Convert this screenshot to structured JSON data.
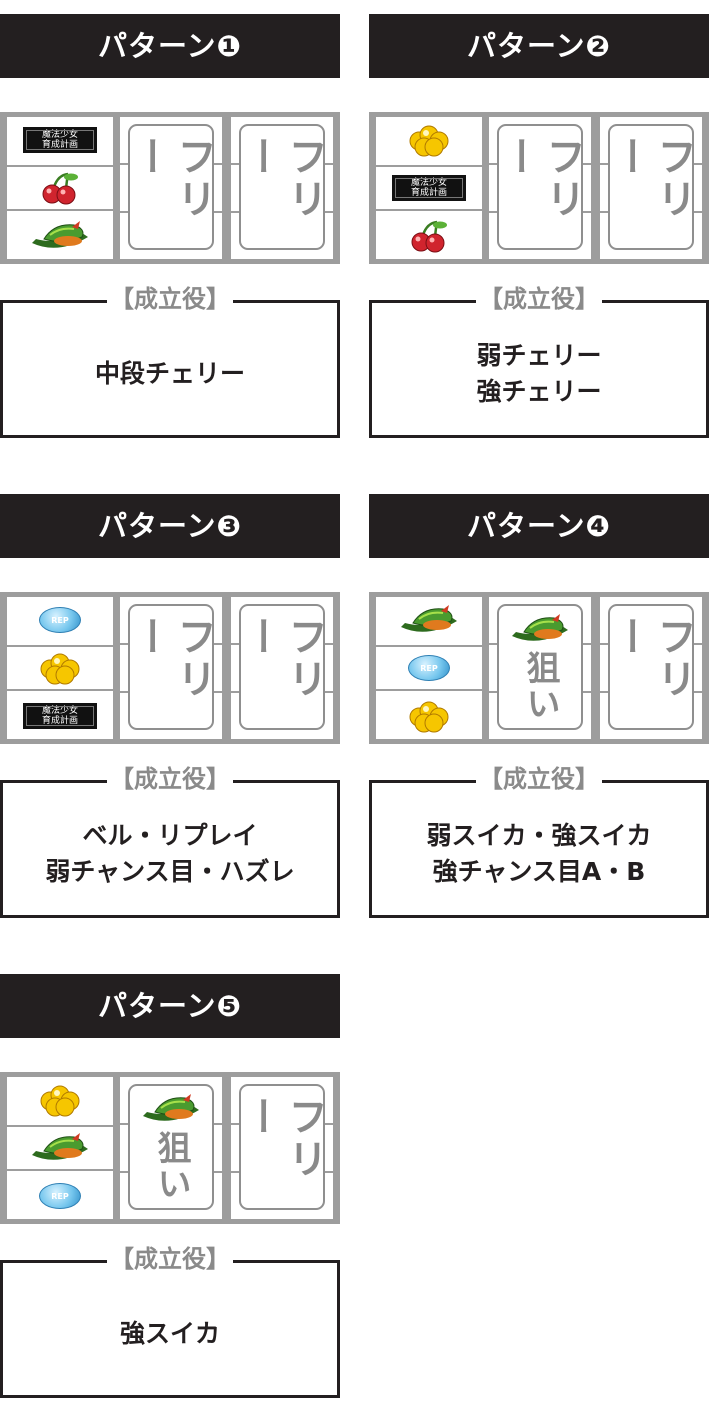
{
  "result_label": "【成立役】",
  "free_label": "フリー",
  "aim_label": "狙い",
  "logo_lines": [
    "魔法少女",
    "育成計画"
  ],
  "replay_label": "REP",
  "colors": {
    "header_bg": "#231f20",
    "reel_frame": "#9d9d9d",
    "plate_text": "#8a8a8a",
    "cherry": "#d0242e",
    "bell": "#f6c600",
    "watermelon": "#4a9b2f"
  },
  "patterns": [
    {
      "title": "パターン❶",
      "reel1": [
        "logo",
        "cherry",
        "watermelon"
      ],
      "reel2": "free",
      "reel3": "free",
      "results": [
        "中段チェリー"
      ]
    },
    {
      "title": "パターン❷",
      "reel1": [
        "bell",
        "logo",
        "cherry"
      ],
      "reel2": "free",
      "reel3": "free",
      "results": [
        "弱チェリー",
        "強チェリー"
      ]
    },
    {
      "title": "パターン❸",
      "reel1": [
        "replay",
        "bell",
        "logo"
      ],
      "reel2": "free",
      "reel3": "free",
      "results": [
        "ベル・リプレイ",
        "弱チャンス目・ハズレ"
      ]
    },
    {
      "title": "パターン❹",
      "reel1": [
        "watermelon",
        "replay",
        "bell"
      ],
      "reel2": "aim",
      "reel3": "free",
      "results": [
        "弱スイカ・強スイカ",
        "強チャンス目A・B"
      ]
    },
    {
      "title": "パターン❺",
      "reel1": [
        "bell",
        "watermelon",
        "replay"
      ],
      "reel2": "aim",
      "reel3": "free",
      "results": [
        "強スイカ"
      ]
    }
  ]
}
